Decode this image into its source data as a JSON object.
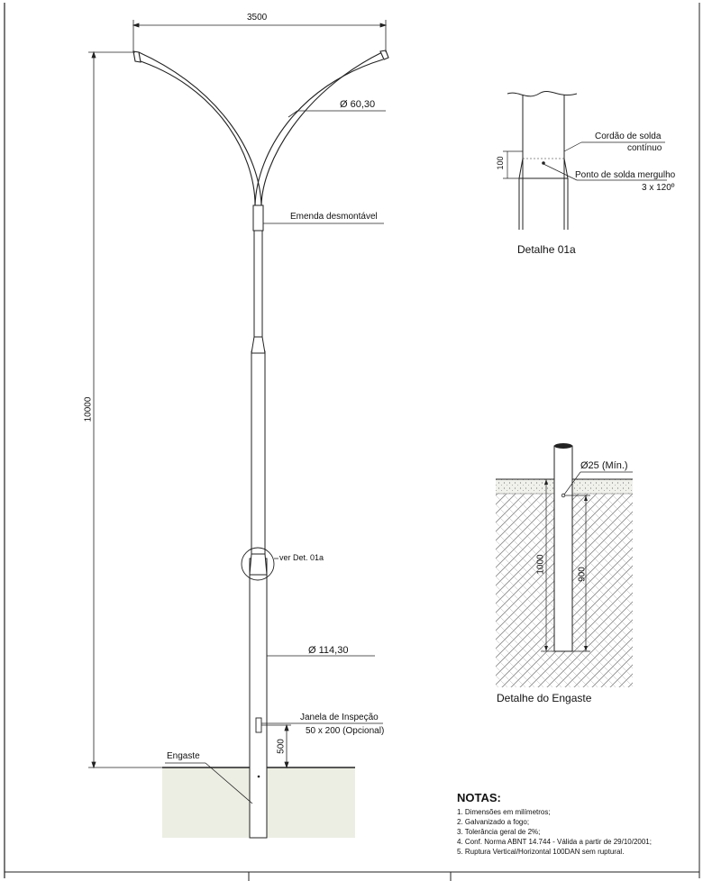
{
  "dimensions": {
    "arm_span": "3500",
    "total_height": "10000",
    "window_height": "500",
    "weld_length": "100",
    "embed_depth": "1000",
    "hole_depth": "900"
  },
  "labels": {
    "arm_diameter": "Ø 60,30",
    "splice": "Emenda desmontável",
    "see_detail": "ver Det. 01a",
    "base_diameter": "Ø 114,30",
    "window_title": "Janela de Inspeção",
    "window_size": "50 x 200  (Opcional)",
    "embedment": "Engaste",
    "hole_diameter": "Ø25 (Mín.)"
  },
  "detail_01a": {
    "caption": "Detalhe 01a",
    "weld_line1": "Cordão de solda",
    "weld_line2": "contínuo",
    "spot_line1": "Ponto de solda mergulho",
    "spot_line2": "3 x 120º"
  },
  "detail_embed": {
    "caption": "Detalhe do Engaste"
  },
  "notes": {
    "title": "NOTAS:",
    "items": [
      "1. Dimensões em milímetros;",
      "2. Galvanizado a fogo;",
      "3. Tolerância geral de 2%;",
      "4. Conf. Norma ABNT 14.744 - Válida a partir de 29/10/2001;",
      "5. Ruptura Vertical/Horizontal 100DAN sem ruptural."
    ]
  }
}
